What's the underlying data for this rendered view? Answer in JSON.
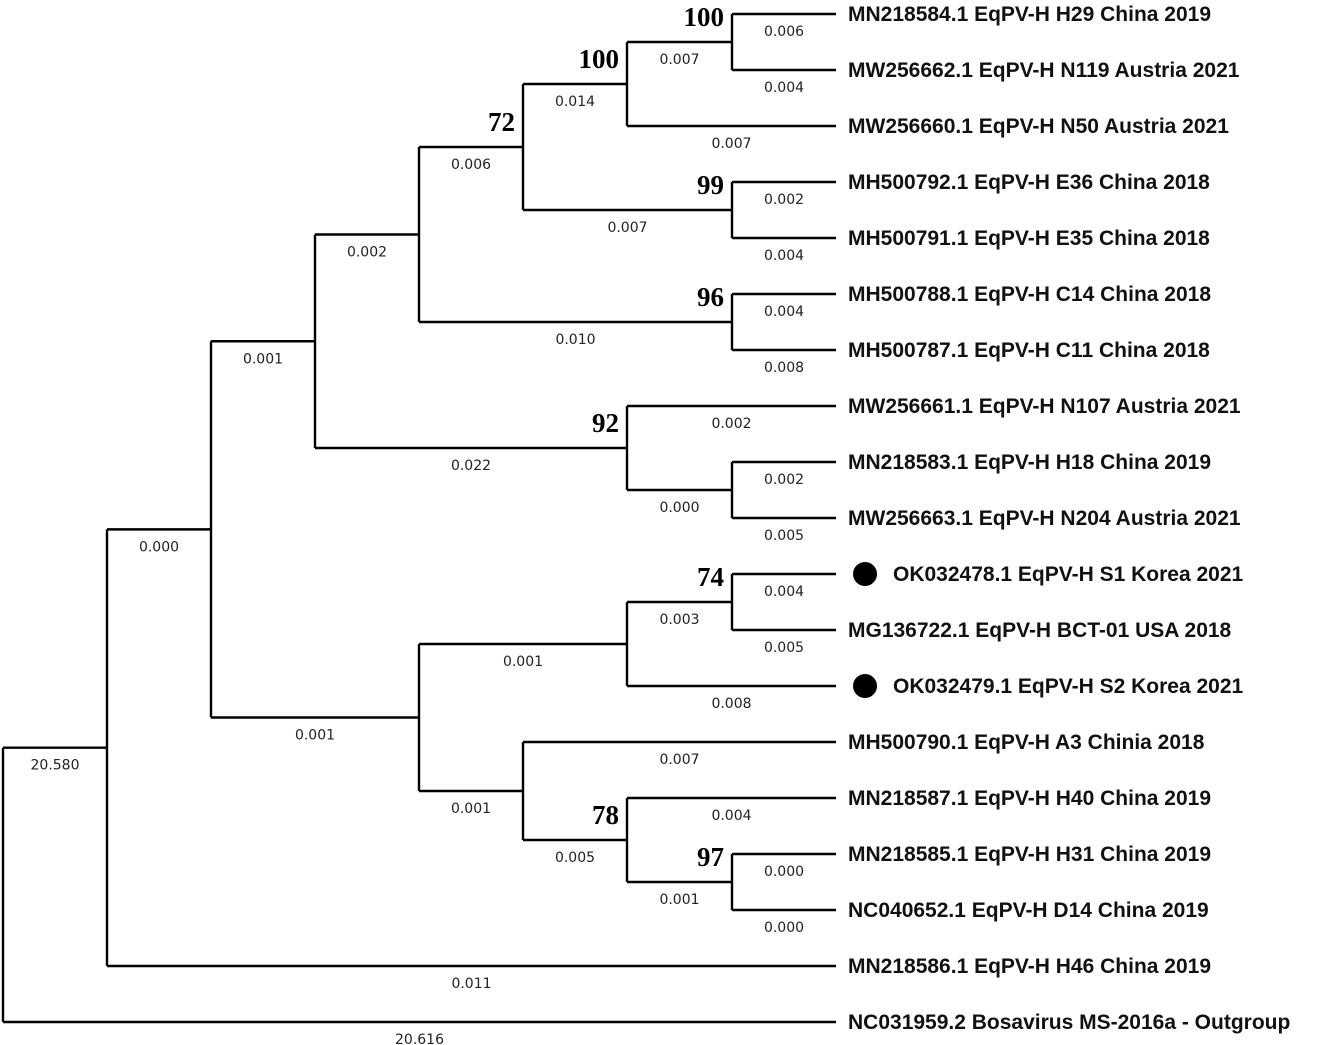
{
  "tree": {
    "taxa": [
      {
        "id": "MN218584.1",
        "label": "MN218584.1 EqPV-H H29 China 2019"
      },
      {
        "id": "MW256662.1",
        "label": "MW256662.1 EqPV-H N119 Austria 2021"
      },
      {
        "id": "MW256660.1",
        "label": "MW256660.1 EqPV-H N50 Austria 2021"
      },
      {
        "id": "MH500792.1",
        "label": "MH500792.1 EqPV-H E36 China 2018"
      },
      {
        "id": "MH500791.1",
        "label": "MH500791.1 EqPV-H E35 China 2018"
      },
      {
        "id": "MH500788.1",
        "label": "MH500788.1 EqPV-H C14 China 2018"
      },
      {
        "id": "MH500787.1",
        "label": "MH500787.1 EqPV-H C11 China 2018"
      },
      {
        "id": "MW256661.1",
        "label": "MW256661.1 EqPV-H N107 Austria 2021"
      },
      {
        "id": "MN218583.1",
        "label": "MN218583.1 EqPV-H H18 China 2019"
      },
      {
        "id": "MW256663.1",
        "label": "MW256663.1 EqPV-H N204 Austria 2021"
      },
      {
        "id": "OK032478.1",
        "label": "OK032478.1 EqPV-H S1 Korea 2021",
        "marked": true
      },
      {
        "id": "MG136722.1",
        "label": "MG136722.1 EqPV-H BCT-01 USA 2018"
      },
      {
        "id": "OK032479.1",
        "label": "OK032479.1 EqPV-H S2 Korea 2021",
        "marked": true
      },
      {
        "id": "MH500790.1",
        "label": "MH500790.1 EqPV-H A3 Chinia 2018"
      },
      {
        "id": "MN218587.1",
        "label": "MN218587.1 EqPV-H H40 China 2019"
      },
      {
        "id": "MN218585.1",
        "label": "MN218585.1 EqPV-H H31 China 2019"
      },
      {
        "id": "NC040652.1",
        "label": "NC040652.1 EqPV-H D14 China 2019"
      },
      {
        "id": "MN218586.1",
        "label": "MN218586.1 EqPV-H H46 China 2019"
      },
      {
        "id": "NC031959.2",
        "label": "NC031959.2 Bosavirus MS-2016a - Outgroup"
      }
    ],
    "nodes": [
      {
        "id": "n_h29_n119",
        "depth": 7,
        "bootstrap": "100",
        "branch_length": "0.007"
      },
      {
        "id": "n_aust_top",
        "depth": 6,
        "bootstrap": "100",
        "branch_length": "0.014"
      },
      {
        "id": "n_e36_e35",
        "depth": 7,
        "bootstrap": "99",
        "branch_length": "0.007"
      },
      {
        "id": "n_72",
        "depth": 5,
        "bootstrap": "72",
        "branch_length": "0.006"
      },
      {
        "id": "n_c14_c11",
        "depth": 7,
        "bootstrap": "96",
        "branch_length": "0.010"
      },
      {
        "id": "n_c_group",
        "depth": 4,
        "bootstrap": "",
        "branch_length": "0.002"
      },
      {
        "id": "n_h18_n204",
        "depth": 7,
        "bootstrap": "",
        "branch_length": "0.000"
      },
      {
        "id": "n_92",
        "depth": 6,
        "bootstrap": "92",
        "branch_length": "0.022"
      },
      {
        "id": "n_upper",
        "depth": 3,
        "bootstrap": "",
        "branch_length": "0.001"
      },
      {
        "id": "n_74",
        "depth": 7,
        "bootstrap": "74",
        "branch_length": "0.003"
      },
      {
        "id": "n_korea",
        "depth": 6,
        "bootstrap": "",
        "branch_length": "0.001"
      },
      {
        "id": "n_h31_d14",
        "depth": 7,
        "bootstrap": "97",
        "branch_length": "0.001"
      },
      {
        "id": "n_78",
        "depth": 6,
        "bootstrap": "78",
        "branch_length": "0.005"
      },
      {
        "id": "n_a3",
        "depth": 5,
        "bootstrap": "",
        "branch_length": "0.001"
      },
      {
        "id": "n_lower",
        "depth": 4,
        "bootstrap": "",
        "branch_length": "0.001"
      },
      {
        "id": "n_ingroup",
        "depth": 2,
        "bootstrap": "",
        "branch_length": "0.000"
      },
      {
        "id": "n_eqpv",
        "depth": 1,
        "bootstrap": "",
        "branch_length": "20.580"
      },
      {
        "id": "n_root",
        "depth": 0,
        "bootstrap": "",
        "branch_length": ""
      }
    ],
    "tip_branch_lengths": {
      "MN218584.1": "0.006",
      "MW256662.1": "0.004",
      "MW256660.1": "0.007",
      "MH500792.1": "0.002",
      "MH500791.1": "0.004",
      "MH500788.1": "0.004",
      "MH500787.1": "0.008",
      "MW256661.1": "0.002",
      "MN218583.1": "0.002",
      "MW256663.1": "0.005",
      "OK032478.1": "0.004",
      "MG136722.1": "0.005",
      "OK032479.1": "0.008",
      "MH500790.1": "0.007",
      "MN218587.1": "0.004",
      "MN218585.1": "0.000",
      "NC040652.1": "0.000",
      "MN218586.1": "0.011",
      "NC031959.2": "20.616"
    },
    "topology": {
      "n_h29_n119": [
        "MN218584.1",
        "MW256662.1"
      ],
      "n_aust_top": [
        "n_h29_n119",
        "MW256660.1"
      ],
      "n_e36_e35": [
        "MH500792.1",
        "MH500791.1"
      ],
      "n_72": [
        "n_aust_top",
        "n_e36_e35"
      ],
      "n_c14_c11": [
        "MH500788.1",
        "MH500787.1"
      ],
      "n_c_group": [
        "n_72",
        "n_c14_c11"
      ],
      "n_h18_n204": [
        "MN218583.1",
        "MW256663.1"
      ],
      "n_92": [
        "MW256661.1",
        "n_h18_n204"
      ],
      "n_upper": [
        "n_c_group",
        "n_92"
      ],
      "n_74": [
        "OK032478.1",
        "MG136722.1"
      ],
      "n_korea": [
        "n_74",
        "OK032479.1"
      ],
      "n_h31_d14": [
        "MN218585.1",
        "NC040652.1"
      ],
      "n_78": [
        "MN218587.1",
        "n_h31_d14"
      ],
      "n_a3": [
        "MH500790.1",
        "n_78"
      ],
      "n_lower": [
        "n_korea",
        "n_a3"
      ],
      "n_ingroup": [
        "n_upper",
        "n_lower"
      ],
      "n_eqpv": [
        "n_ingroup",
        "MN218586.1"
      ],
      "n_root": [
        "n_eqpv",
        "NC031959.2"
      ]
    },
    "marker_color": "#000000",
    "line_color": "#000000"
  }
}
